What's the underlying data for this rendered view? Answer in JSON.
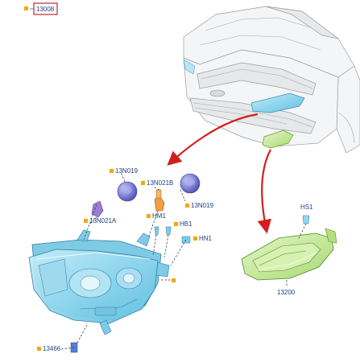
{
  "main_ref": "13008",
  "parts": {
    "bulb_cap_left": "13N019",
    "bulb_cap_right": "13N019",
    "socket": "13N021B",
    "holder": "13N021A",
    "screw_hm1": "HM1",
    "clip_hb1": "HB1",
    "nut_hn1": "HN1",
    "screw_13466": "13466",
    "fog_lamp": "13200",
    "screw_hs1": "HS1"
  },
  "colors": {
    "headlamp": "#8fd6ee",
    "fog_lamp": "#bde58a",
    "cap": "#7c7fd6",
    "socket": "#f0a040",
    "arrow": "#d21e1e",
    "label": "#1f3f7f",
    "bullet": "#f5a800"
  }
}
